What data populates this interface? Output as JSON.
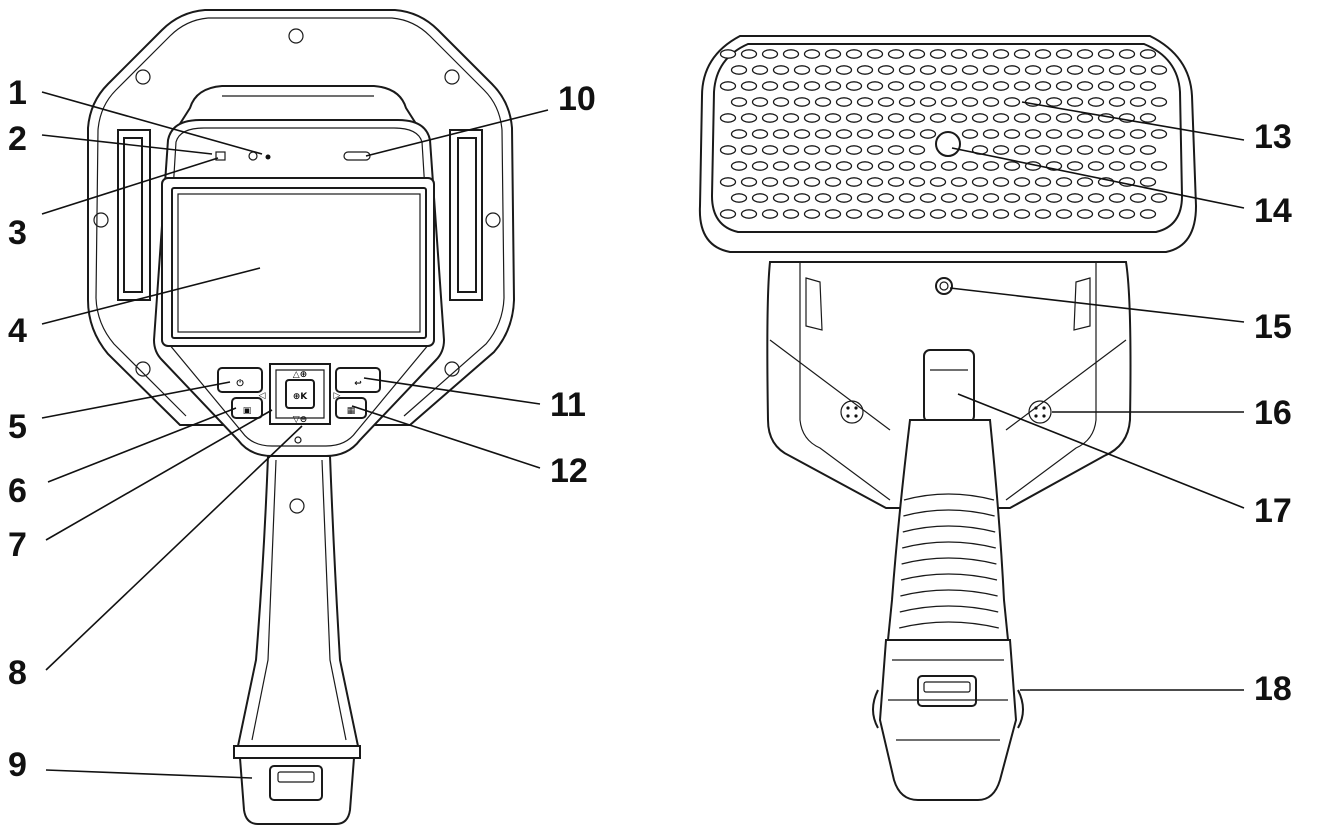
{
  "figure": {
    "front_view": {
      "callouts": [
        {
          "id": "callout-1",
          "label": "1"
        },
        {
          "id": "callout-2",
          "label": "2"
        },
        {
          "id": "callout-3",
          "label": "3"
        },
        {
          "id": "callout-4",
          "label": "4"
        },
        {
          "id": "callout-5",
          "label": "5"
        },
        {
          "id": "callout-6",
          "label": "6"
        },
        {
          "id": "callout-7",
          "label": "7"
        },
        {
          "id": "callout-8",
          "label": "8"
        },
        {
          "id": "callout-9",
          "label": "9"
        },
        {
          "id": "callout-10",
          "label": "10"
        },
        {
          "id": "callout-11",
          "label": "11"
        },
        {
          "id": "callout-12",
          "label": "12"
        }
      ],
      "keypad": {
        "up_key": "△⊕",
        "ok_key": "⊕K",
        "down_key": "▽⊖",
        "left_key": "◁",
        "right_key": "▷"
      }
    },
    "rear_view": {
      "callouts": [
        {
          "id": "callout-13",
          "label": "13"
        },
        {
          "id": "callout-14",
          "label": "14"
        },
        {
          "id": "callout-15",
          "label": "15"
        },
        {
          "id": "callout-16",
          "label": "16"
        },
        {
          "id": "callout-17",
          "label": "17"
        },
        {
          "id": "callout-18",
          "label": "18"
        }
      ]
    }
  }
}
